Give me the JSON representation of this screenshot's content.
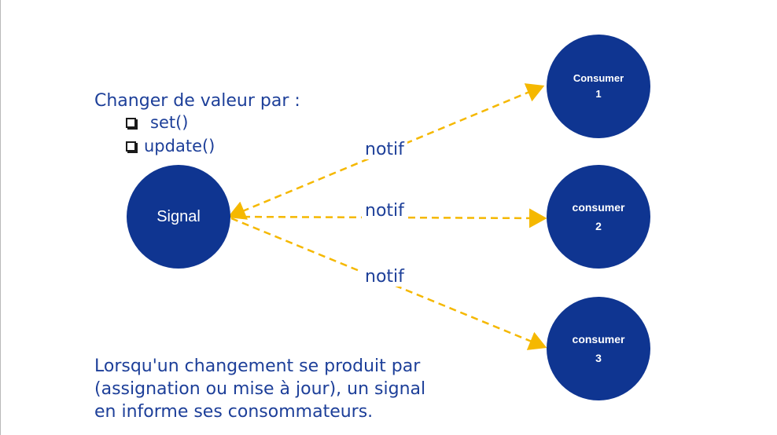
{
  "heading": "Changer de valeur par :",
  "methods": [
    "set()",
    "update()"
  ],
  "signal": {
    "label": "Signal"
  },
  "consumers": [
    {
      "label": "Consumer",
      "number": "1"
    },
    {
      "label": "consumer",
      "number": "2"
    },
    {
      "label": "consumer",
      "number": "3"
    }
  ],
  "notifications": [
    "notif",
    "notif",
    "notif"
  ],
  "caption": [
    "Lorsqu'un changement se produit par",
    "(assignation ou mise à jour), un signal",
    "en informe ses consommateurs."
  ],
  "colors": {
    "node_fill": "#0f3591",
    "text": "#1d3f99",
    "arrow": "#f5b800"
  }
}
